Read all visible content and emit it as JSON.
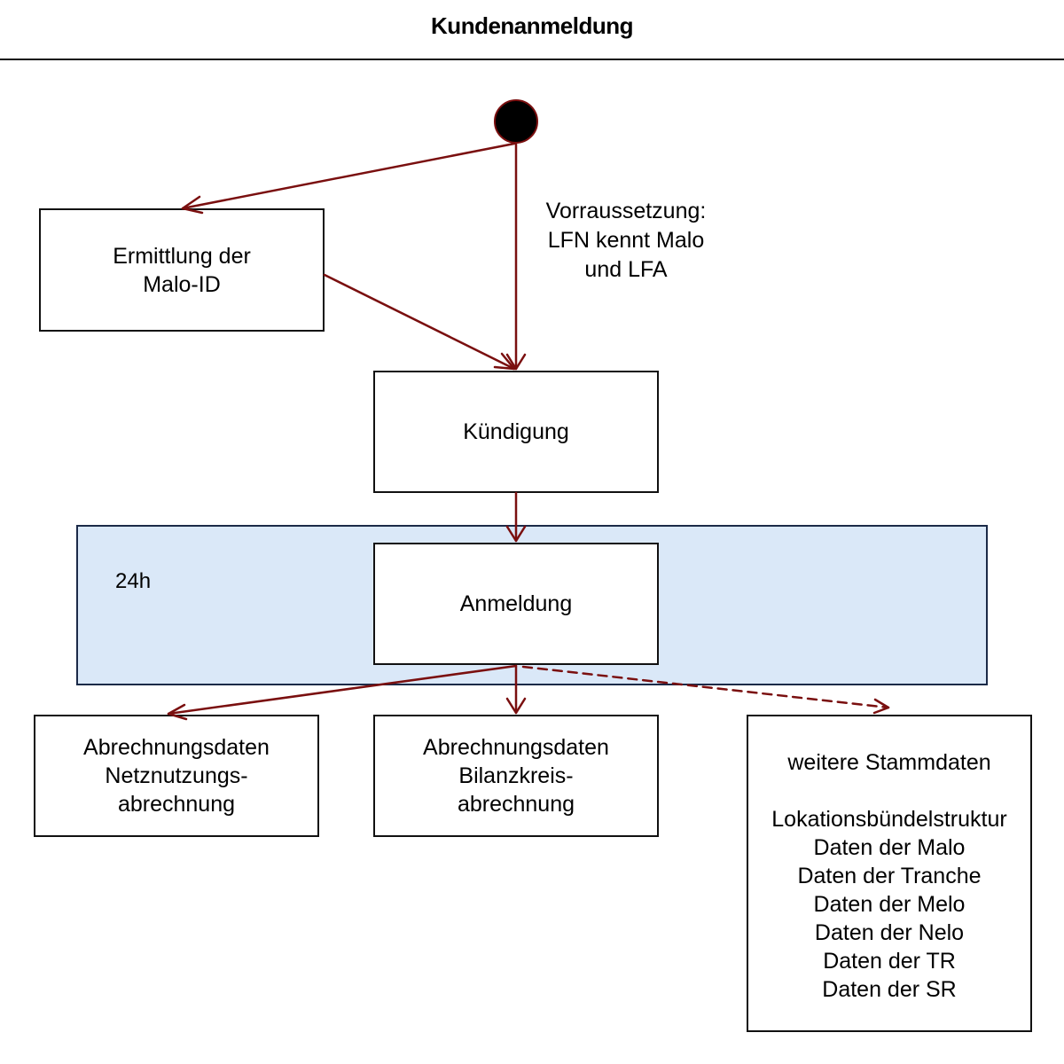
{
  "title": "Kundenanmeldung",
  "colors": {
    "edge": "#7a0f0f",
    "swimlane_fill": "#dae8f8",
    "swimlane_border": "#1b2a48"
  },
  "start_node": {
    "label": "start"
  },
  "precondition_note": "Vorraussetzung:\nLFN kennt Malo\nund LFA",
  "swimlane": {
    "label": "24h"
  },
  "nodes": {
    "ermittlung": "Ermittlung der\nMalo-ID",
    "kuendigung": "Kündigung",
    "anmeldung": "Anmeldung",
    "netznutzung": "Abrechnungsdaten\nNetznutzungs-\nabrechnung",
    "bilanzkreis": "Abrechnungsdaten\nBilanzkreis-\nabrechnung",
    "stammdaten": {
      "heading": "weitere Stammdaten",
      "items": [
        "Lokationsbündelstruktur",
        "Daten der Malo",
        "Daten der Tranche",
        "Daten der Melo",
        "Daten der Nelo",
        "Daten der TR",
        "Daten der SR"
      ]
    }
  },
  "edges": [
    {
      "from": "start",
      "to": "ermittlung",
      "style": "solid"
    },
    {
      "from": "start",
      "to": "kuendigung",
      "style": "solid"
    },
    {
      "from": "ermittlung",
      "to": "kuendigung",
      "style": "solid"
    },
    {
      "from": "kuendigung",
      "to": "anmeldung",
      "style": "solid"
    },
    {
      "from": "anmeldung",
      "to": "netznutzung",
      "style": "solid"
    },
    {
      "from": "anmeldung",
      "to": "bilanzkreis",
      "style": "solid"
    },
    {
      "from": "anmeldung",
      "to": "stammdaten",
      "style": "dashed"
    }
  ]
}
